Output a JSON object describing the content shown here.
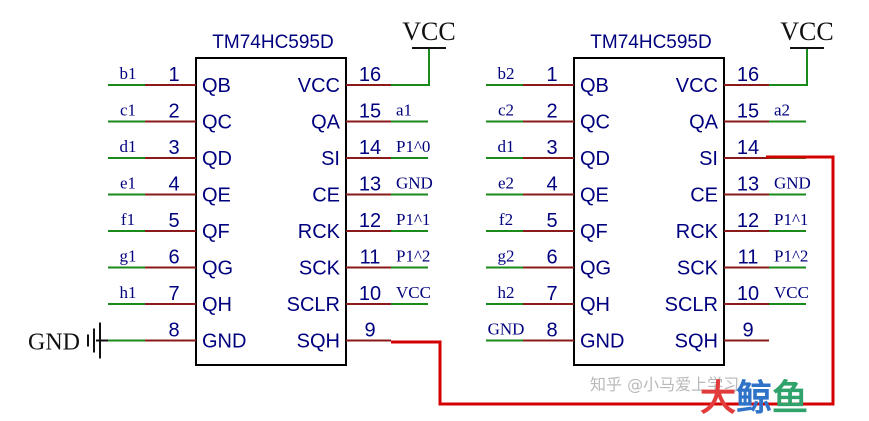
{
  "chips": [
    {
      "title": "TM74HC595D",
      "left_pins": [
        {
          "num": "1",
          "name": "QB",
          "net": "b1"
        },
        {
          "num": "2",
          "name": "QC",
          "net": "c1"
        },
        {
          "num": "3",
          "name": "QD",
          "net": "d1"
        },
        {
          "num": "4",
          "name": "QE",
          "net": "e1"
        },
        {
          "num": "5",
          "name": "QF",
          "net": "f1"
        },
        {
          "num": "6",
          "name": "QG",
          "net": "g1"
        },
        {
          "num": "7",
          "name": "QH",
          "net": "h1"
        },
        {
          "num": "8",
          "name": "GND",
          "net": ""
        }
      ],
      "right_pins": [
        {
          "num": "16",
          "name": "VCC",
          "net": ""
        },
        {
          "num": "15",
          "name": "QA",
          "net": "a1"
        },
        {
          "num": "14",
          "name": "SI",
          "net": "P1^0"
        },
        {
          "num": "13",
          "name": "CE",
          "net": "GND"
        },
        {
          "num": "12",
          "name": "RCK",
          "net": "P1^1"
        },
        {
          "num": "11",
          "name": "SCK",
          "net": "P1^2"
        },
        {
          "num": "10",
          "name": "SCLR",
          "net": "VCC"
        },
        {
          "num": "9",
          "name": "SQH",
          "net": ""
        }
      ],
      "power_label": "VCC",
      "ground_label": "GND"
    },
    {
      "title": "TM74HC595D",
      "left_pins": [
        {
          "num": "1",
          "name": "QB",
          "net": "b2"
        },
        {
          "num": "2",
          "name": "QC",
          "net": "c2"
        },
        {
          "num": "3",
          "name": "QD",
          "net": "d1"
        },
        {
          "num": "4",
          "name": "QE",
          "net": "e2"
        },
        {
          "num": "5",
          "name": "QF",
          "net": "f2"
        },
        {
          "num": "6",
          "name": "QG",
          "net": "g2"
        },
        {
          "num": "7",
          "name": "QH",
          "net": "h2"
        },
        {
          "num": "8",
          "name": "GND",
          "net": "GND"
        }
      ],
      "right_pins": [
        {
          "num": "16",
          "name": "VCC",
          "net": ""
        },
        {
          "num": "15",
          "name": "QA",
          "net": "a2"
        },
        {
          "num": "14",
          "name": "SI",
          "net": ""
        },
        {
          "num": "13",
          "name": "CE",
          "net": "GND"
        },
        {
          "num": "12",
          "name": "RCK",
          "net": "P1^1"
        },
        {
          "num": "11",
          "name": "SCK",
          "net": "P1^2"
        },
        {
          "num": "10",
          "name": "SCLR",
          "net": "VCC"
        },
        {
          "num": "9",
          "name": "SQH",
          "net": ""
        }
      ],
      "power_label": "VCC",
      "ground_label": ""
    }
  ],
  "watermark": {
    "text": "知乎 @小马爱上学习",
    "logo": "大鲸鱼"
  },
  "colors": {
    "chip_text": "#00007f",
    "pin_line": "#8b1a1a",
    "wire_green": "#1a8a1a",
    "cascade_wire": "#d40000"
  }
}
